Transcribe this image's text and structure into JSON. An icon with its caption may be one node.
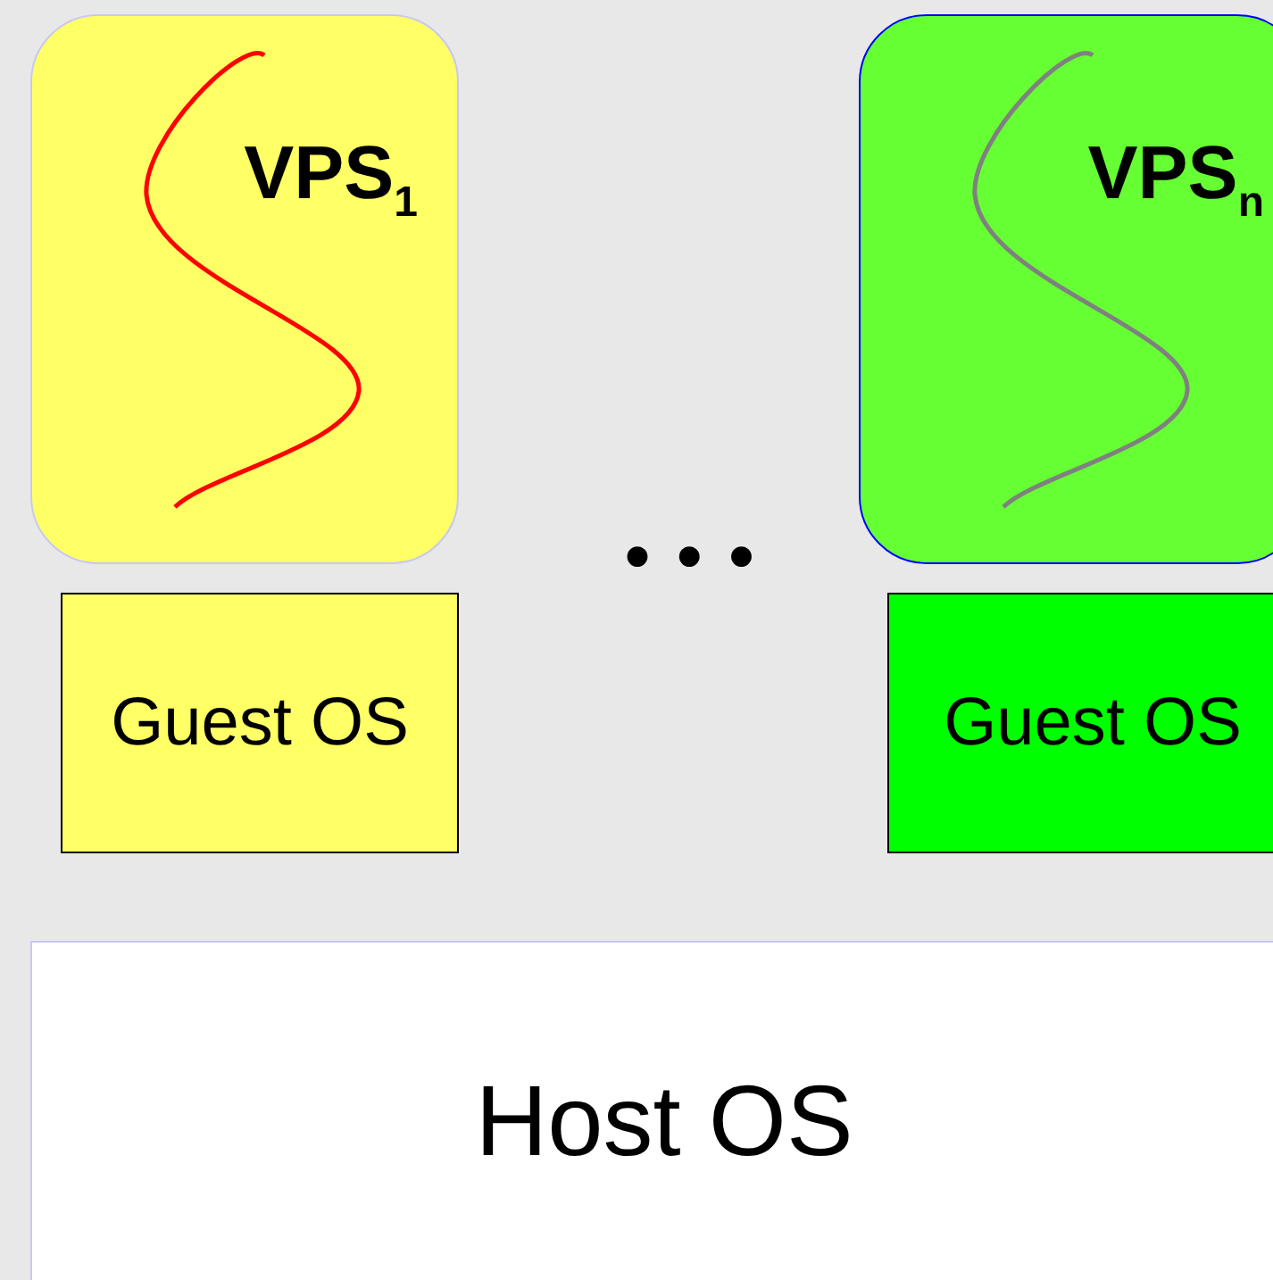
{
  "diagram": {
    "nodes": [
      {
        "text": [
          "VPS$_{1}$"
        ]
      },
      {
        "text": [
          "VPS$_{n}$"
        ]
      },
      {
        "text": [
          "Guest OS"
        ]
      },
      {
        "text": [
          "Guest OS"
        ]
      },
      {
        "text": [
          "Host OS"
        ]
      }
    ],
    "edges": [],
    "labels": [
      "• • •"
    ]
  }
}
